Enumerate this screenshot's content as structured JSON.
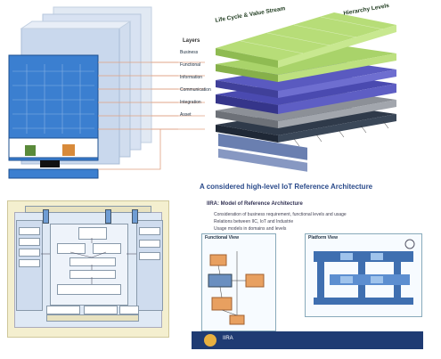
{
  "top_right": {
    "title": "Life Cycle & Value Stream",
    "subtitle": "Hierarchy Levels",
    "layers_heading": "Layers",
    "layers": [
      "Business",
      "Functional",
      "Information",
      "Communication",
      "Integration",
      "Asset"
    ],
    "colors": {
      "layer_green": "#a9d36a",
      "layer_blue": "#4a4ab0",
      "layer_gray": "#8c9097",
      "layer_dark": "#2f3a4a"
    }
  },
  "bottom_right": {
    "title": "A considered high-level IoT Reference Architecture",
    "subtitle": "IIRA: Model of Reference Architecture",
    "bullets": [
      "Consideration of business requirement, functional levels and usage",
      "Relations between IIC, IoT and Industrie",
      "Usage models in domains and levels"
    ],
    "panel_left_label": "Functional View",
    "panel_right_label": "Platform View",
    "footer_logo": "IIRA"
  },
  "top_left": {
    "colors": {
      "cube_blue": "#3b7fd0",
      "cube_light": "#c8d8ec"
    }
  },
  "bottom_left": {
    "colors": {
      "frame": "#f4efcf",
      "inner": "#dfe9f5",
      "accent": "#6f9dd4"
    }
  }
}
